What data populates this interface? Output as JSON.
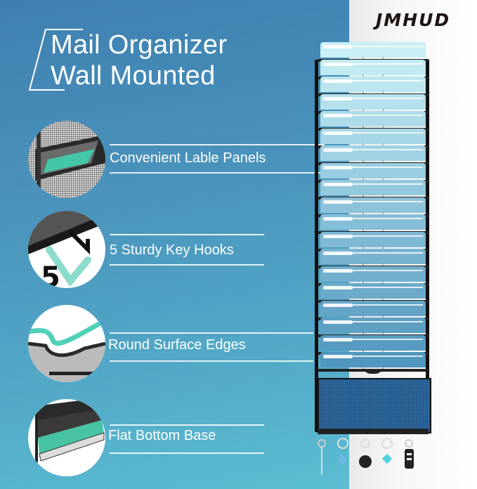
{
  "brand": {
    "name": "JMHUD"
  },
  "title": {
    "line1": "Mail Organizer",
    "line2": "Wall Mounted"
  },
  "features": [
    {
      "label": "Convenient Lable Panels",
      "icon": "label-panel-icon"
    },
    {
      "label": "5 Sturdy Key Hooks",
      "icon": "key-hook-icon",
      "badge": "5"
    },
    {
      "label": "Round Surface Edges",
      "icon": "round-edge-icon"
    },
    {
      "label": "Flat Bottom Base",
      "icon": "flat-base-icon"
    }
  ],
  "colors": {
    "background_top": "#3f7fb0",
    "background_bottom": "#5bbdd2",
    "accent_teal": "#4fd1b8",
    "frame": "#111111",
    "text": "#ffffff",
    "brand_text": "#1e1412"
  },
  "product": {
    "tray_count": 20,
    "key_hooks": 5
  }
}
